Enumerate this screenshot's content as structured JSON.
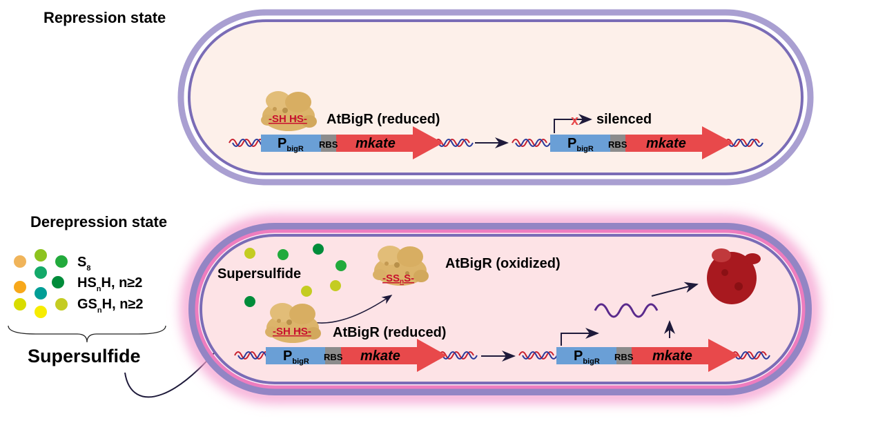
{
  "repression": {
    "title": "Repression state",
    "protein_label": "AtBigR (reduced)",
    "protein_motif": "-SH HS-",
    "promoter": "P",
    "promoter_sub": "bigR",
    "rbs": "RBS",
    "gene": "mkate",
    "silenced": "silenced",
    "block_mark": "x"
  },
  "derepression": {
    "title": "Derepression state",
    "supersulfide_inside": "Supersulfide",
    "oxidized_label": "AtBigR (oxidized)",
    "oxidized_motif_a": "-SS",
    "oxidized_motif_sub": "n",
    "oxidized_motif_b": "S-",
    "reduced_label": "AtBigR (reduced)",
    "reduced_motif": "-SH HS-",
    "promoter": "P",
    "promoter_sub": "bigR",
    "rbs": "RBS",
    "gene": "mkate"
  },
  "legend": {
    "items": [
      {
        "a": "S",
        "sub": "8",
        "b": ""
      },
      {
        "a": "HS",
        "sub": "n",
        "b": "H, n≥2"
      },
      {
        "a": "GS",
        "sub": "n",
        "b": "H, n≥2"
      }
    ],
    "group_label": "Supersulfide",
    "dot_colors": [
      "#f0b45a",
      "#8dc31f",
      "#22aa3c",
      "#13a96a",
      "#f7a81b",
      "#008c3a",
      "#009e96",
      "#d8dc00",
      "#f7ec00",
      "#c4cc22"
    ]
  },
  "colors": {
    "promoter": "#6a9fd6",
    "rbs": "#8c8c8c",
    "gene": "#e8494b",
    "protein": "#dcb46a",
    "mkate_protein": "#a8191f",
    "mrna": "#5a2a8c",
    "cell_top_fill": "#fdf0ea",
    "cell_bottom_fill": "#fde3e6"
  }
}
